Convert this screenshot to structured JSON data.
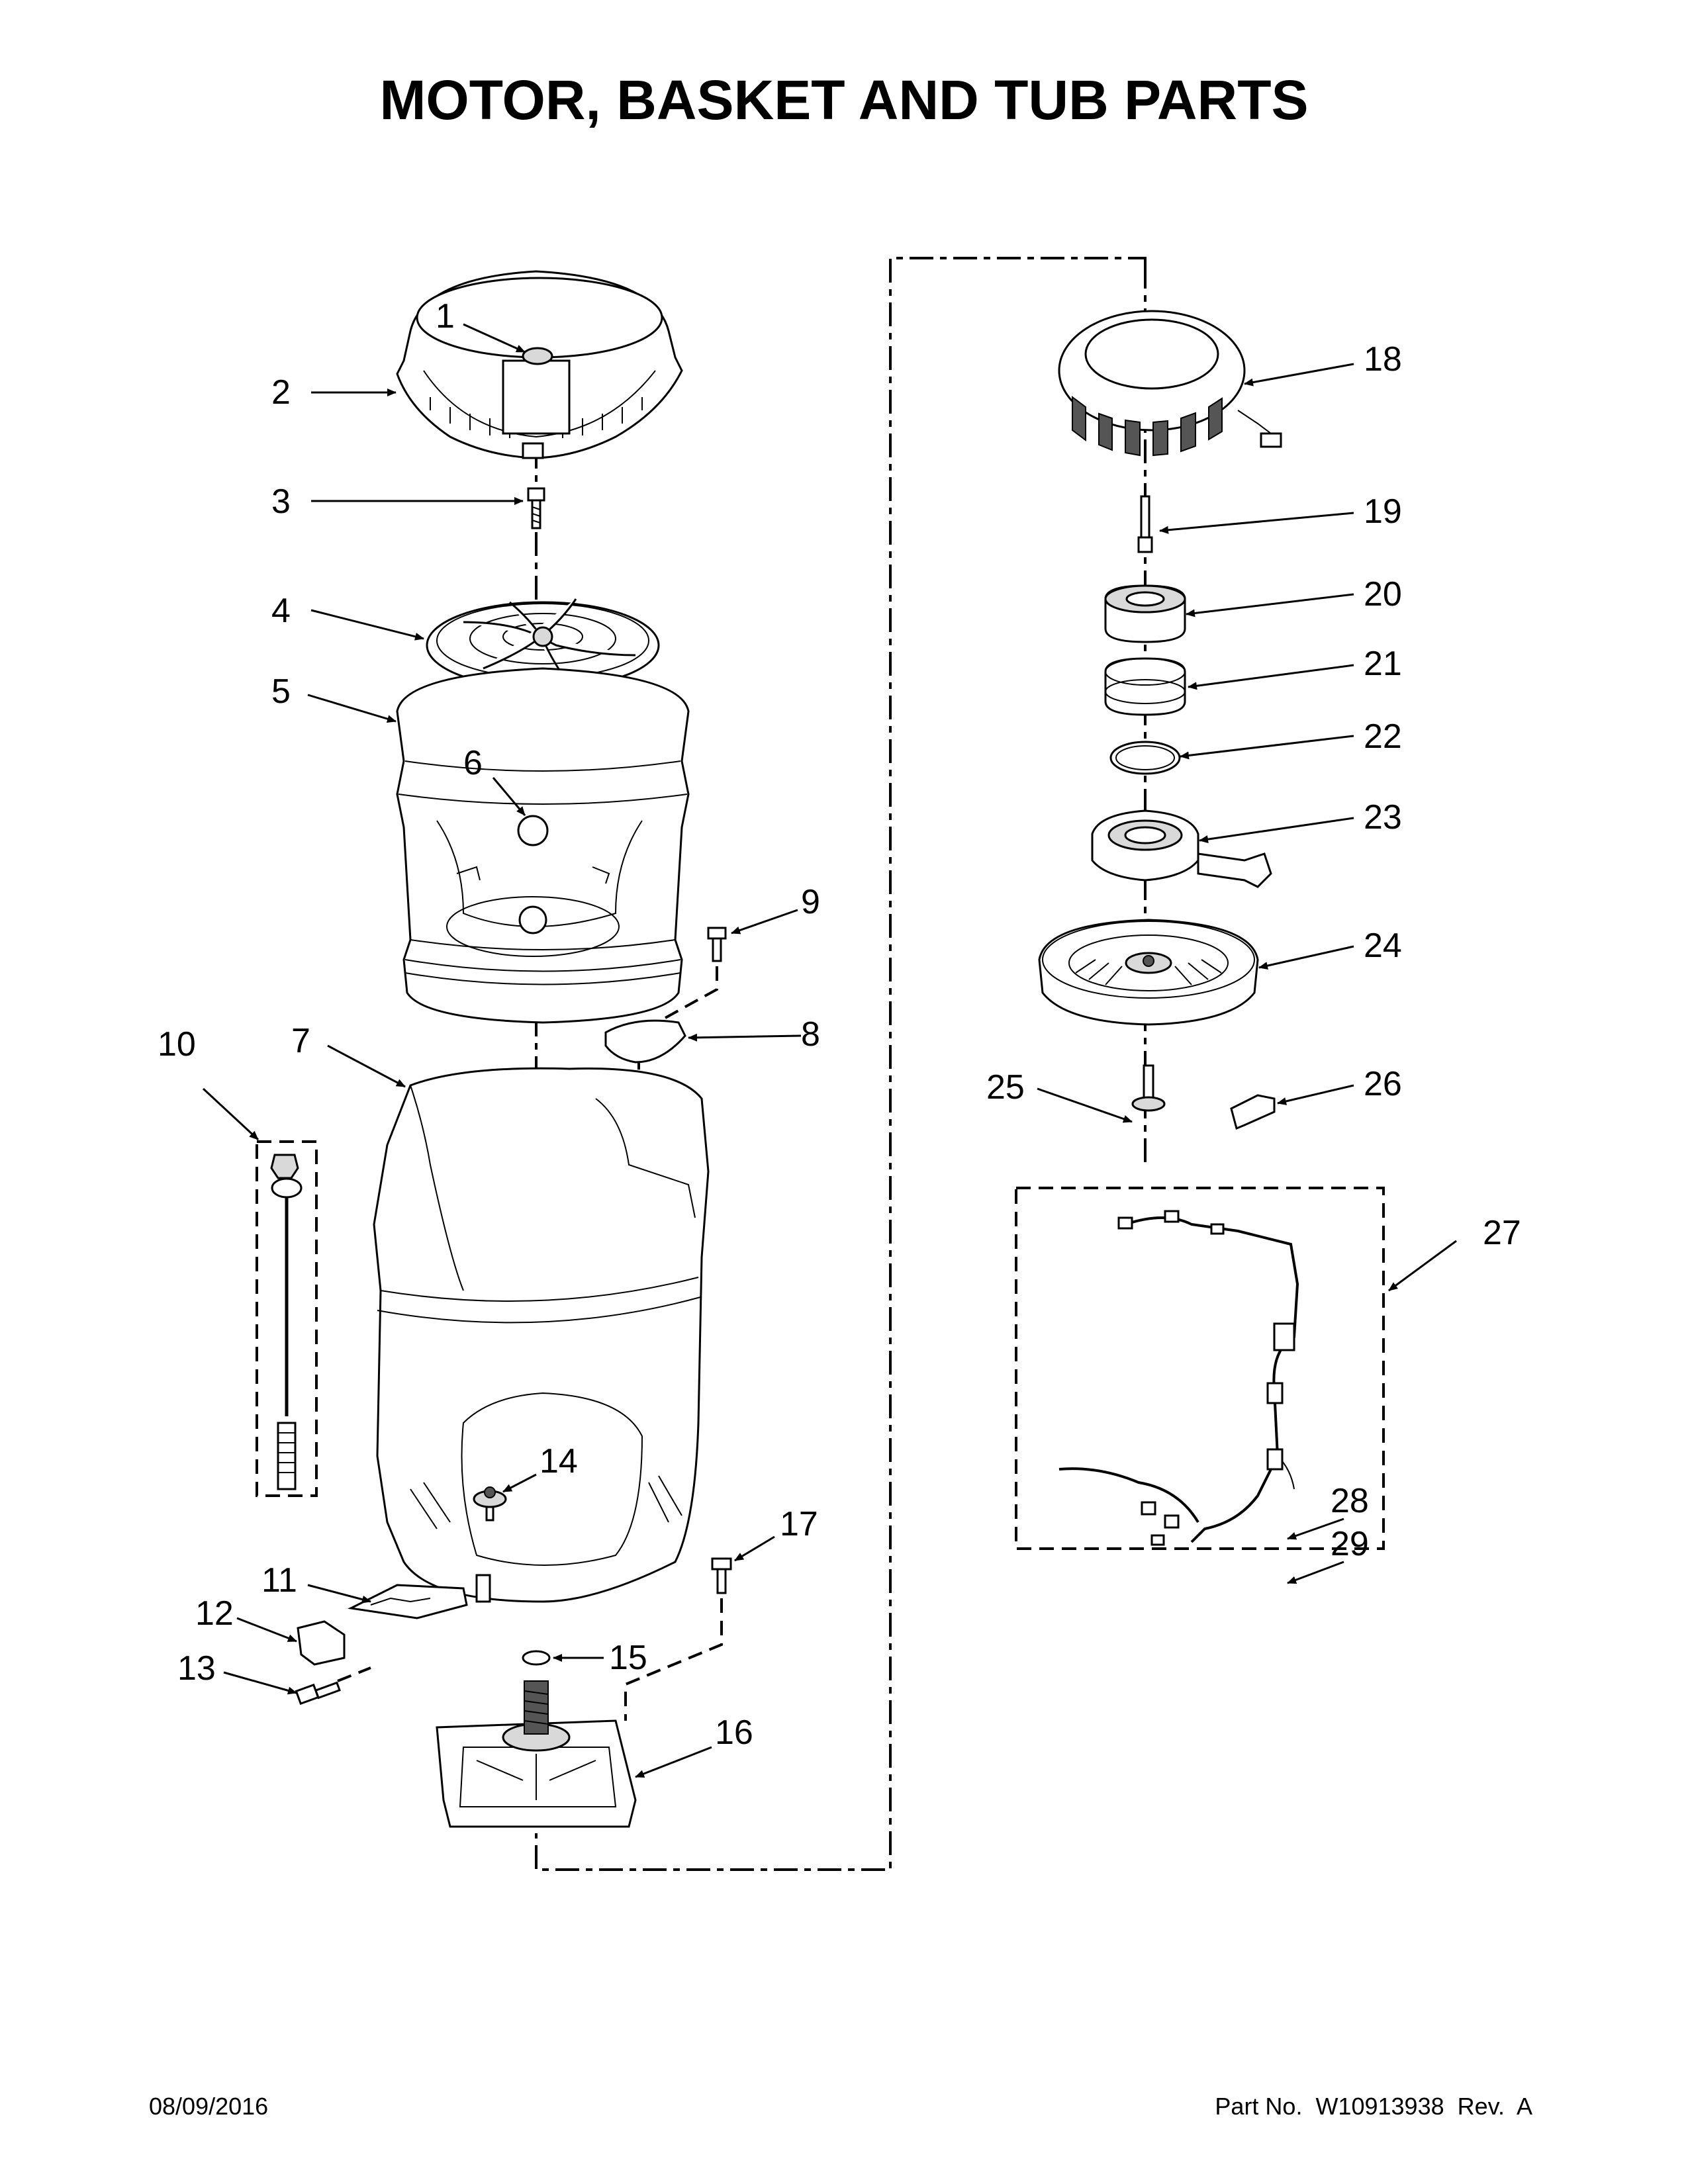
{
  "title": "MOTOR, BASKET AND TUB PARTS",
  "footer": {
    "date": "08/09/2016",
    "part_number": "Part No.  W10913938  Rev.  A"
  },
  "callouts": [
    "1",
    "2",
    "3",
    "4",
    "5",
    "6",
    "7",
    "8",
    "9",
    "10",
    "11",
    "12",
    "13",
    "14",
    "15",
    "16",
    "17",
    "18",
    "19",
    "20",
    "21",
    "22",
    "23",
    "24",
    "25",
    "26",
    "27",
    "28",
    "29"
  ]
}
